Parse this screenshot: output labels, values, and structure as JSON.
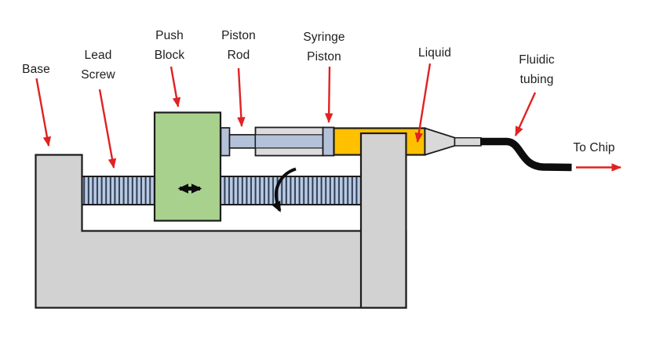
{
  "labels": {
    "base": [
      "Base"
    ],
    "lead_screw": [
      "Lead",
      "Screw"
    ],
    "push_block": [
      "Push",
      "Block"
    ],
    "piston_rod": [
      "Piston",
      "Rod"
    ],
    "syringe_piston": [
      "Syringe",
      "Piston"
    ],
    "liquid": [
      "Liquid"
    ],
    "fluidic_tubing": [
      "Fluidic",
      "tubing"
    ],
    "to_chip": [
      "To Chip"
    ]
  },
  "colors": {
    "outline": "#1c1c1c",
    "base_gray": "#d2d2d2",
    "push_block_green": "#a9d18e",
    "screw_fill": "#b9cbe2",
    "screw_stripe": "#2e3d55",
    "rod_blue": "#b3c1d9",
    "barrel_gray": "#dcdcdc",
    "nozzle_gray": "#d9d9d9",
    "liquid_orange": "#ffc000",
    "tubing_black": "#0d0d0d",
    "arrow_red": "#e02222",
    "label_text": "#1d1d1d"
  }
}
